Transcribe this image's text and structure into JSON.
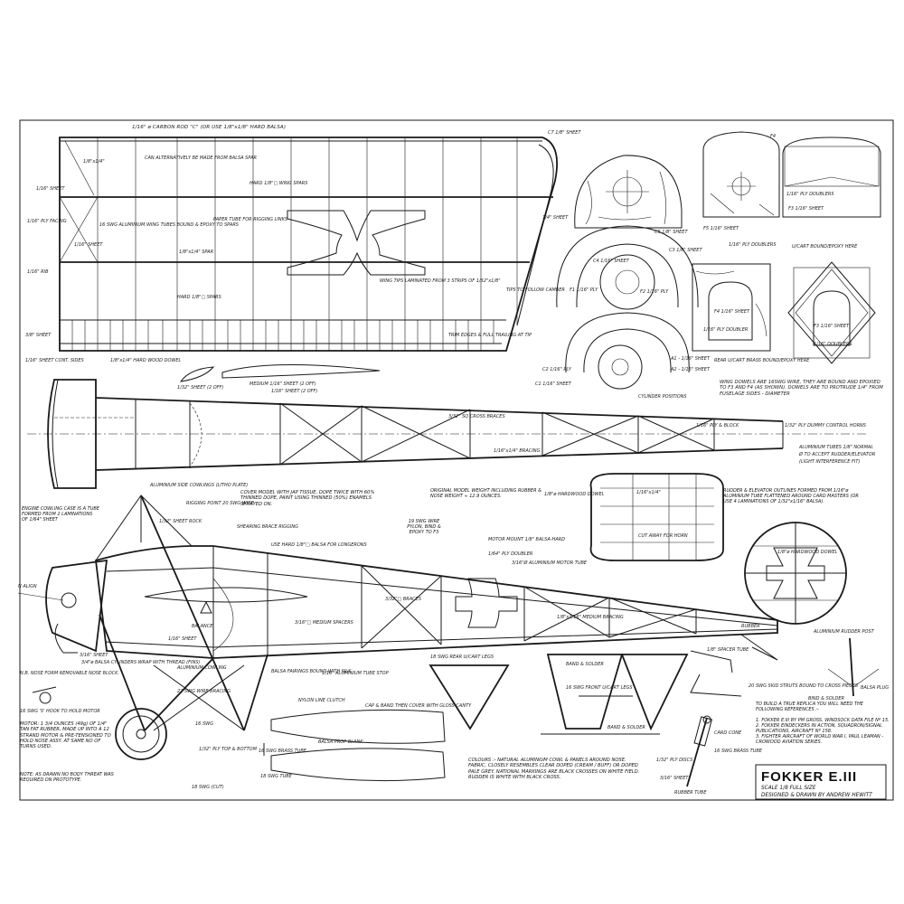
{
  "title_block": {
    "title": "FOKKER E.III",
    "line1": "SCALE 1/8 FULL SIZE",
    "line2": "DESIGNED & DRAWN BY ANDREW HEWITT"
  },
  "wing_notes": [
    "1/16\" ø CARBON ROD \"C\"  (OR USE 1/8\"x1/8\" HARD BALSA)",
    "1/8\"x1/4\"",
    "1/16\" SHEET",
    "1/16\" PLY FACING",
    "1/16\" SHEET",
    "1/16\" RIB",
    "CAN ALTERNATIVELY BE MADE FROM BALSA SPAR",
    "1/8\"x1/4\" SPAR",
    "16 SWG ALUMINIUM WING TUBES BOUND & EPOXY TO SPARS",
    "HARD 1/8\"□ WING SPARS",
    "PAPER TUBE FOR RIGGING LINKS",
    "HARD 1/8\"□ SPARS",
    "1/4\" SHEET",
    "WING TIPS LAMINATED FROM 3 STRIPS OF 1/32\"x1/8\"",
    "TIPS TO FOLLOW CAMBER",
    "1/8\"x1/4\" HARD WOOD DOWEL",
    "3/8\" SHEET",
    "1/16\" SHEET CONT. SIDES",
    "TRIM EDGES & FULL TRAILING AT TIP"
  ],
  "formers": [
    "C7 1/8\" SHEET",
    "C5 1/8\" SHEET",
    "C4 1/16\" SHEET",
    "C3 1/8\" SHEET",
    "F1 1/16\" PLY",
    "F2 1/16\" PLY",
    "C2 1/16\" PLY",
    "C1 1/16\" SHEET",
    "A1 - 1/16\" SHEET",
    "A2 - 1/16\" SHEET",
    "CYLINDER POSITIONS",
    "F4",
    "1/16\" PLY DOUBLERS",
    "F3 1/16\" SHEET",
    "F5 1/16\" SHEET",
    "1/16\" PLY DOUBLERS",
    "U/CART BOUND/EPOXY HERE",
    "F4 1/16\" SHEET",
    "1/16\" PLY DOUBLER",
    "REAR U/CART BRASS BOUND/EPOXY HERE",
    "F3 1/16\" SHEET",
    "1/16\" DOUBLERS",
    "WING DOWELS ARE 16SWG WIRE, THEY ARE BOUND AND EPOXIED TO F3 AND F4 (AS SHOWN). DOWELS ARE TO PROTRUDE 1/4\" FROM FUSELAGE SIDES - DIAMETER"
  ],
  "top_view_notes": [
    "1/32\" SHEET (2 OFF)",
    "MEDIUM 1/16\" SHEET (2 OFF)",
    "1/16\" SHEET (2 OFF)",
    "3/32\" SQ CROSS BRACES",
    "1/16\"x1/4\" BRACING",
    "ALUMINIUM SIDE COWLINGS (LITHO PLATE)",
    "1/16\" PLY & BLOCK",
    "1/32\" PLY DUMMY CONTROL HORNS",
    "ALUMINIUM TUBES 1/8\" NORMAL",
    "Ø TO ACCEPT RUDDER/ELEVATOR",
    "(LIGHT INTERFERENCE FIT)"
  ],
  "side_view_notes": [
    "ENGINE COWLING CASE IS A TUBE FORMED FROM 2 LAMINATIONS OF 1/64\" SHEET",
    "1/32\" SHEET ROCK",
    "RIGGING POINT 20 SWG WIRE",
    "SHEARING BRACE RIGGING",
    "COVER MODEL WITH JAP TISSUE, DOPE TWICE WITH 60% THINNED DOPE, PAINT USING THINNED (50%) ENAMELS SPRAYED ON.",
    "USE HARD 1/8\"□ BALSA FOR LONGERONS",
    "19 SWG WIRE PYLON, BIND & EPOXY TO F3",
    "ORIGINAL MODEL WEIGHT INCLUDING RUBBER & NOSE WEIGHT ≈ 12.9 OUNCES.",
    "1/8\"ø HARDWOOD DOWEL",
    "MOTOR MOUNT 1/8\" BALSA-HARD",
    "1/64\" PLY DOUBLER",
    "3/16\"Ø ALUMINIUM MOTOR TUBE",
    "3/32\"□ BRACES",
    "1/8\"x1/16\" MEDIUM BRACING",
    "1/16\" SHEET",
    "BALANCE",
    "3/16\"□ MEDIUM SPACERS",
    "1/16\" ALUMINIUM TUBE STOP",
    "BALSA FAIRINGS BOUND WITH SILK",
    "3/16\" SHEET",
    "ALUMINIUM COWLING",
    "22 SWG WIRE BRACING",
    "N ALIGN",
    "3/4\"ø BALSA CYLINDERS WRAP WITH THREAD (FINS)",
    "N.B. NOSE FORM REMOVABLE NOSE BLOCK.",
    "16 SWG 'S' HOOK TO HOLD MOTOR",
    "16 SWG",
    "18 SWG REAR U/CART LEGS",
    "BAND & SOLDER",
    "16 SWG FRONT U/CART LEGS",
    "BAND & SOLDER",
    "RUBBER",
    "1/8\" SPACER TUBE",
    "20 SWG SKID STRUTS BOUND TO CROSS PIECES",
    "BIND & SOLDER",
    "BALSA PLUG",
    "ALUMINIUM RUDDER POST",
    "RUDDER & ELEVATOR OUTLINES FORMED FROM 1/16\"ø ALUMINIUM TUBE FLATTENED AROUND CARD MASTERS (OR USE 4 LAMINATIONS OF 1/32\"x1/16\" BALSA).",
    "1/16\"x1/4\"",
    "CUT AWAY FOR HORN",
    "1/8\"ø HARDWOOD DOWEL",
    "NYLON LINE CLUTCH",
    "CAP & BAND THEN COVER WITH GLOSS CANTY",
    "BALSA PROP BLANK",
    "16 SWG BRASS TUBE",
    "1/32\" PLY TOP & BOTTOM",
    "18 SWG TUBE",
    "18 SWG (CUT)",
    "CARD CONE",
    "1/32\" PLY DISCS",
    "16 SWG BRASS TUBE",
    "3/16\" SHEET",
    "RUBBER TUBE"
  ],
  "general_notes": {
    "motor": "MOTOR: 1 3/4 OUNCES (49g) OF 1/4\" TAN FAT RUBBER, MADE UP INTO A 12 STRAND MOTOR & PRE-TENSIONED TO HOLD NOSE ASSY. AT SAME NO OF TURNS USED.",
    "note": "NOTE: AS DRAWN NO BODY THREAT WAS REQUIRED ON PROTOTYPE.",
    "colours": "COLOURS :- NATURAL ALUMINIUM COWL & PANELS AROUND NOSE. FABRIC, CLOSELY RESEMBLES CLEAR DOPED (CREAM / BUFF) OR DOPED PALE GREY. NATIONAL MARKINGS ARE BLACK CROSSES ON WHITE FIELD. RUDDER IS WHITE WITH BLACK CROSS.",
    "refs_title": "TO BUILD A TRUE REPLICA YOU WILL NEED THE FOLLOWING REFERENCES :-",
    "refs": [
      "1. FOKKER E.III BY PM GROSS, WINDSOCK DATA FILE Nº 15.",
      "2. FOKKER EINDECKERS IN ACTION, SQUADRON/SIGNAL PUBLICATIONS, AIRCRAFT Nº 158.",
      "3. FIGHTER AIRCRAFT OF WORLD WAR I, PAUL LEAMAN - CROWOOD AVIATION SERIES."
    ]
  }
}
